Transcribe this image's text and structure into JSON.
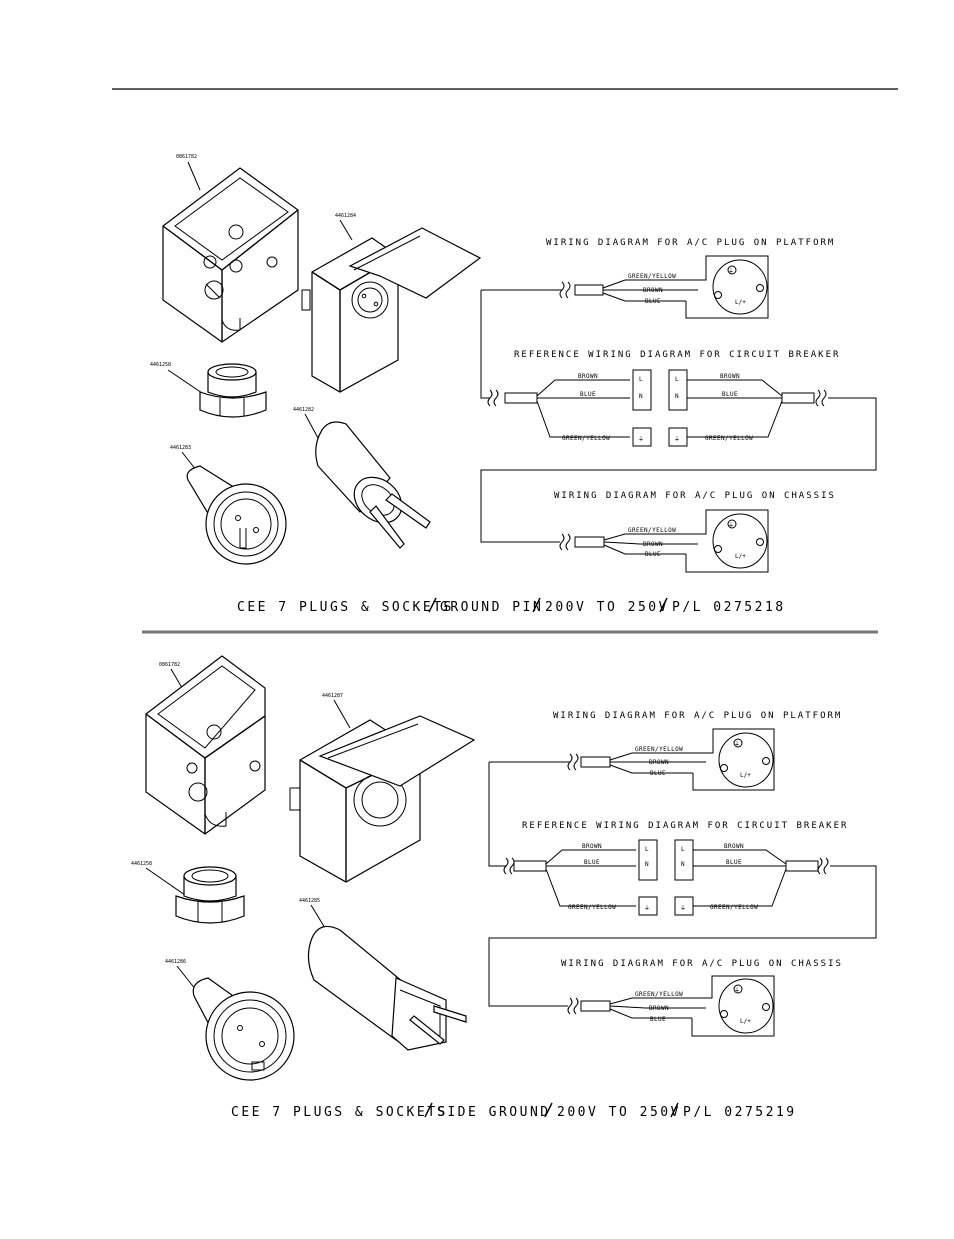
{
  "sections": [
    {
      "title": "CEE 7 PLUGS & SOCKETS / GROUND PIN / 200V TO 250V / P/L 0275218",
      "title_parts": [
        "CEE 7 PLUGS & SOCKETS",
        "GROUND PIN",
        "200V TO 250V",
        "P/L 0275218"
      ],
      "parts": {
        "box": "0861782",
        "socket": "4461284",
        "adapter": "4461258",
        "plug": "4461282",
        "connector": "4461283"
      },
      "platform_heading": "WIRING DIAGRAM FOR A/C PLUG ON PLATFORM",
      "breaker_heading": "REFERENCE WIRING DIAGRAM FOR CIRCUIT BREAKER",
      "chassis_heading": "WIRING DIAGRAM FOR A/C PLUG ON CHASSIS"
    },
    {
      "title": "CEE 7 PLUGS & SOCKETS / SIDE GROUND / 200V TO 250V / P/L 0275219",
      "title_parts": [
        "CEE 7 PLUGS & SOCKETS",
        "SIDE GROUND",
        "200V TO 250V",
        "P/L 0275219"
      ],
      "parts": {
        "box": "0861782",
        "socket": "4461287",
        "adapter": "4461258",
        "plug": "4461285",
        "connector": "4461286"
      },
      "platform_heading": "WIRING DIAGRAM FOR A/C PLUG ON PLATFORM",
      "breaker_heading": "REFERENCE WIRING DIAGRAM FOR CIRCUIT BREAKER",
      "chassis_heading": "WIRING DIAGRAM FOR A/C PLUG ON CHASSIS"
    }
  ],
  "wires": {
    "ground": "GREEN/YELLOW",
    "live": "BROWN",
    "neutral": "BLUE"
  },
  "terminals": {
    "live": "L",
    "neutral": "N",
    "ground": "⏚",
    "plug_live": "L/+"
  }
}
